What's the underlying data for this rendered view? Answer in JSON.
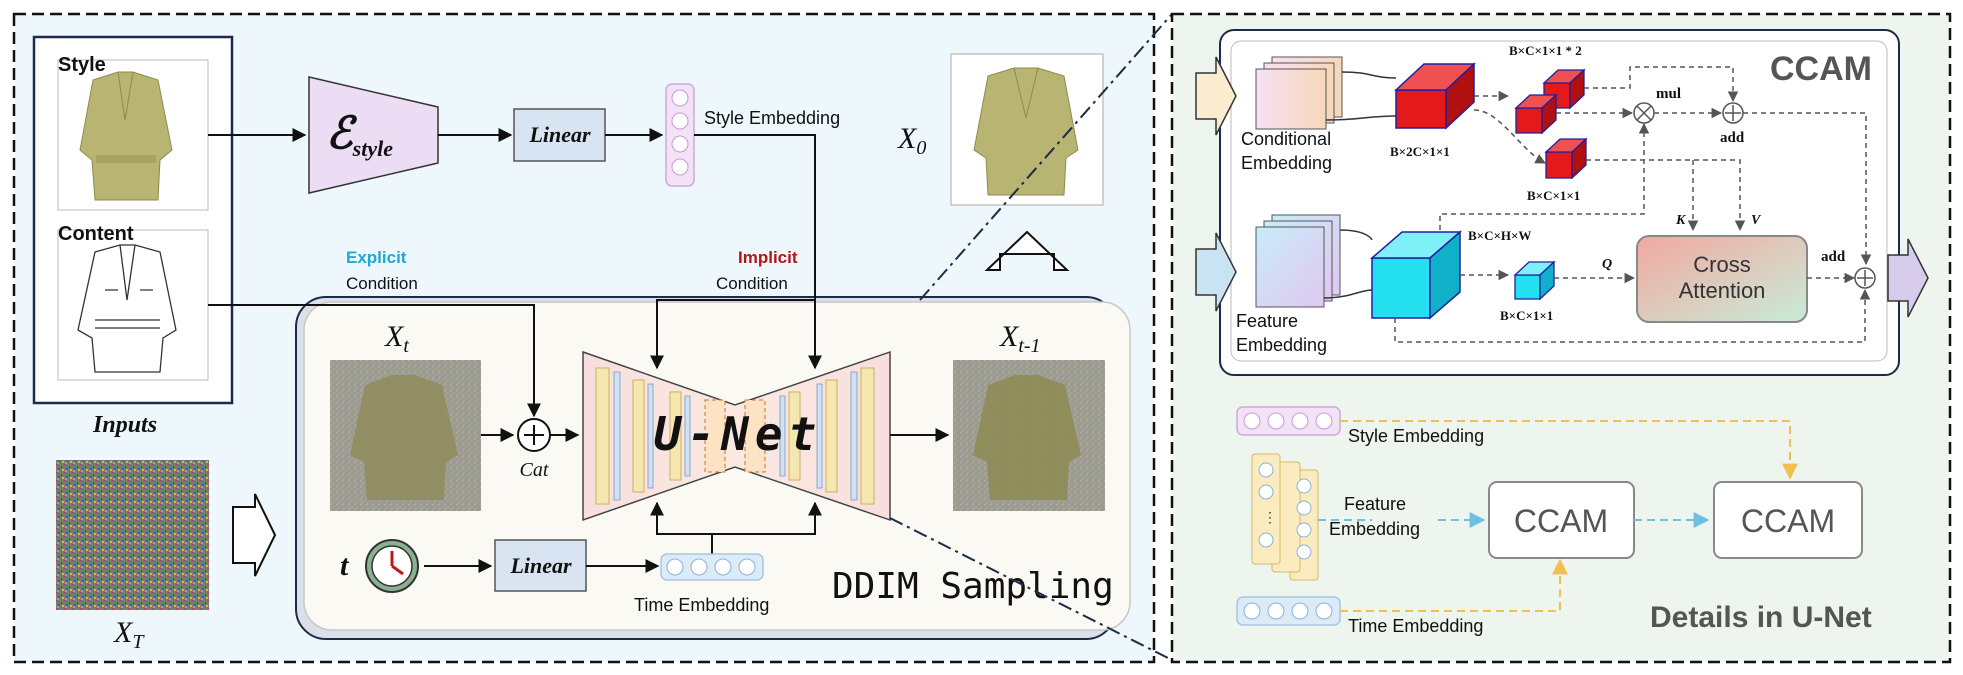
{
  "inputs": {
    "style_label": "Style",
    "content_label": "Content",
    "caption": "Inputs",
    "noise_label": "X",
    "noise_sub": "T"
  },
  "encoder": {
    "symbol": "ℰ",
    "sub": "style",
    "linear": "Linear",
    "style_embedding": "Style Embedding"
  },
  "conditions": {
    "explicit_word": "Explicit",
    "explicit_cond": "Condition",
    "implicit_word": "Implicit",
    "implicit_cond": "Condition"
  },
  "output": {
    "label": "X",
    "sub": "0"
  },
  "sampling": {
    "xt": "X",
    "xt_sub": "t",
    "cat": "Cat",
    "unet": "U-Net",
    "xt1": "X",
    "xt1_sub": "t-1",
    "t": "t",
    "linear": "Linear",
    "time_embedding": "Time Embedding",
    "title": "DDIM Sampling"
  },
  "ccam": {
    "title": "CCAM",
    "conditional_embedding": [
      "Conditional",
      "Embedding"
    ],
    "feature_embedding": [
      "Feature",
      "Embedding"
    ],
    "dim_b2c": "B×2C×1×1",
    "dim_bc2": "B×C×1×1 * 2",
    "dim_bc_top": "B×C×1×1",
    "dim_bchw": "B×C×H×W",
    "dim_bc_q": "B×C×1×1",
    "mul": "mul",
    "add1": "add",
    "add2": "add",
    "k": "K",
    "v": "V",
    "q": "Q",
    "cross": [
      "Cross",
      "Attention"
    ]
  },
  "details": {
    "style_embedding": "Style Embedding",
    "feature_embedding": [
      "Feature",
      "Embedding"
    ],
    "time_embedding": "Time Embedding",
    "ccam1": "CCAM",
    "ccam2": "CCAM",
    "title": "Details in U-Net"
  },
  "colors": {
    "cyan_label": "#20a8d8",
    "red_label": "#b01818",
    "ccam_red": "#e41a1a",
    "ccam_cyan": "#22e0f0",
    "dash_yellow": "#f0c050",
    "dash_blue": "#70c0e0"
  }
}
